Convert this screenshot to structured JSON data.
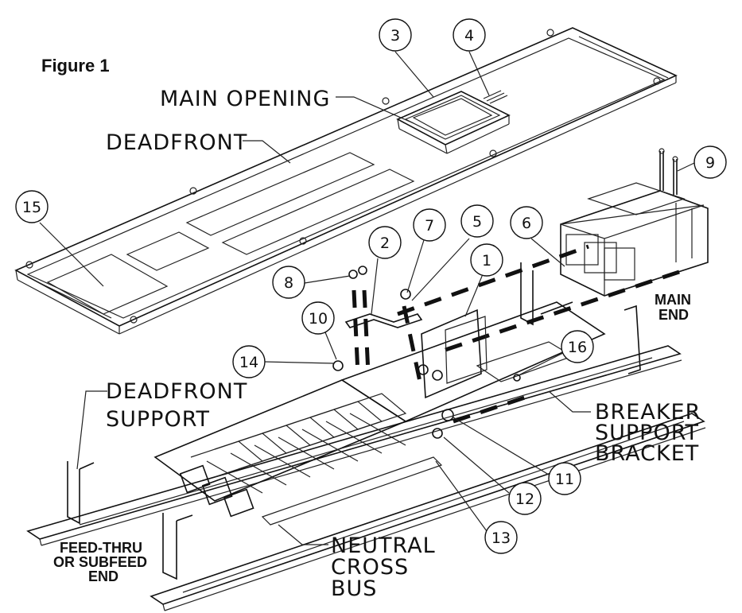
{
  "figure": {
    "title": "Figure 1"
  },
  "labels": {
    "main_opening": "MAIN OPENING",
    "deadfront": "DEADFRONT",
    "deadfront_support_1": "DEADFRONT",
    "deadfront_support_2": "SUPPORT",
    "breaker_support_1": "BREAKER",
    "breaker_support_2": "SUPPORT",
    "breaker_support_3": "BRACKET",
    "neutral_1": "NEUTRAL",
    "neutral_2": "CROSS",
    "neutral_3": "BUS",
    "main_end_1": "MAIN",
    "main_end_2": "END",
    "feed_thru_1": "FEED-THRU",
    "feed_thru_2": "OR SUBFEED",
    "feed_thru_3": "END"
  },
  "callouts": [
    "3",
    "4",
    "15",
    "2",
    "7",
    "5",
    "6",
    "9",
    "8",
    "1",
    "10",
    "14",
    "16",
    "11",
    "12",
    "13"
  ]
}
